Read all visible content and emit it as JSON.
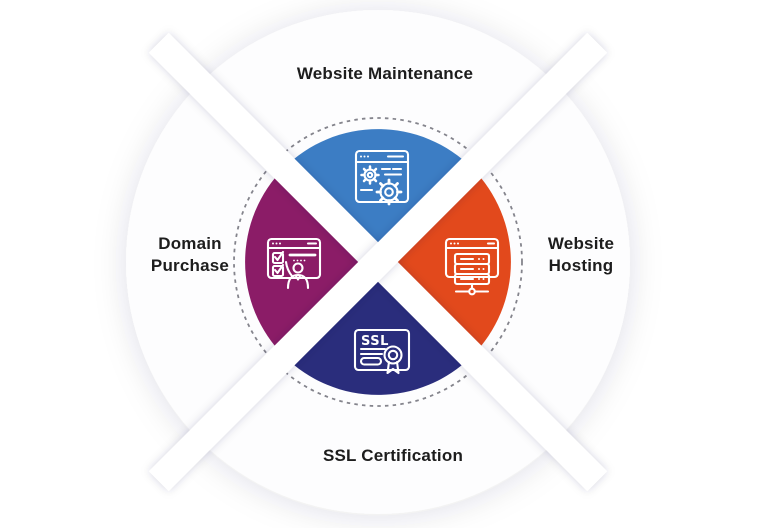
{
  "diagram": {
    "type": "quadrant-cycle-infographic",
    "background_color": "#ffffff",
    "circle_fill": "#fdfdfe",
    "divider_color": "#ffffff",
    "ring": {
      "dash_color": "#84848c"
    },
    "text_color": "#1d1d1d",
    "segments": [
      {
        "position": "top",
        "label": "Website Maintenance",
        "label_lines": [
          "Website Maintenance"
        ],
        "color": "#3C7DC4",
        "icon": "website-maintenance-icon",
        "icon_description": "browser window with two gears"
      },
      {
        "position": "right",
        "label": "Website Hosting",
        "label_lines": [
          "Website",
          "Hosting"
        ],
        "color": "#E2491C",
        "icon": "website-hosting-icon",
        "icon_description": "browser window with server stack and network node"
      },
      {
        "position": "bottom",
        "label": "SSL Certification",
        "label_lines": [
          "SSL Certification"
        ],
        "color": "#2A2D7C",
        "icon": "ssl-certification-icon",
        "icon_badge_text": "SSL",
        "icon_description": "SSL certificate with award rosette"
      },
      {
        "position": "left",
        "label": "Domain Purchase",
        "label_lines": [
          "Domain",
          "Purchase"
        ],
        "color": "#8B1C67",
        "icon": "domain-purchase-icon",
        "icon_description": "browser window with checklist and person"
      }
    ]
  }
}
